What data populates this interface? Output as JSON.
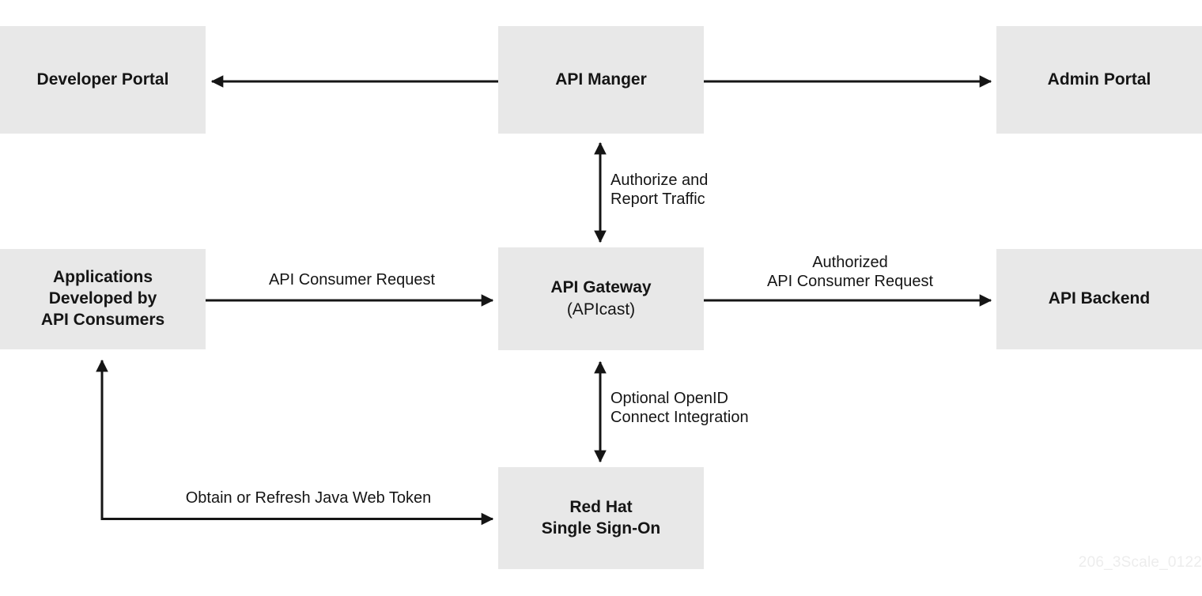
{
  "diagram": {
    "type": "architecture-flow-diagram",
    "background_color": "#ffffff",
    "node_fill_color": "#e8e8e8",
    "line_color": "#151515",
    "text_color": "#151515",
    "watermark": "206_3Scale_0122",
    "nodes": [
      {
        "id": "developer-portal",
        "label": "Developer Portal",
        "weight": "bold"
      },
      {
        "id": "api-manager",
        "label": "API Manger",
        "weight": "bold"
      },
      {
        "id": "admin-portal",
        "label": "Admin Portal",
        "weight": "bold"
      },
      {
        "id": "applications",
        "label": "Applications\nDeveloped by\nAPI Consumers",
        "weight": "bold"
      },
      {
        "id": "api-gateway",
        "label": "API Gateway",
        "sublabel": "(APIcast)",
        "weight": "bold"
      },
      {
        "id": "api-backend",
        "label": "API Backend",
        "weight": "bold"
      },
      {
        "id": "rhsso",
        "label": "Red Hat\nSingle Sign-On",
        "weight": "bold"
      }
    ],
    "edges": [
      {
        "id": "manager-to-developer-portal",
        "from": "api-manager",
        "to": "developer-portal",
        "direction": "single",
        "label": ""
      },
      {
        "id": "manager-to-admin-portal",
        "from": "api-manager",
        "to": "admin-portal",
        "direction": "single",
        "label": ""
      },
      {
        "id": "manager-gateway-authorize",
        "from": "api-manager",
        "to": "api-gateway",
        "direction": "bidirectional",
        "label": "Authorize and\nReport Traffic"
      },
      {
        "id": "applications-to-gateway",
        "from": "applications",
        "to": "api-gateway",
        "direction": "single",
        "label": "API Consumer Request"
      },
      {
        "id": "gateway-to-backend",
        "from": "api-gateway",
        "to": "api-backend",
        "direction": "single",
        "label": "Authorized\nAPI Consumer Request"
      },
      {
        "id": "gateway-sso-openid",
        "from": "api-gateway",
        "to": "rhsso",
        "direction": "bidirectional",
        "label": "Optional OpenID\nConnect Integration"
      },
      {
        "id": "applications-sso-token",
        "from": "applications",
        "to": "rhsso",
        "direction": "bidirectional",
        "label": "Obtain or Refresh Java Web Token"
      }
    ]
  }
}
